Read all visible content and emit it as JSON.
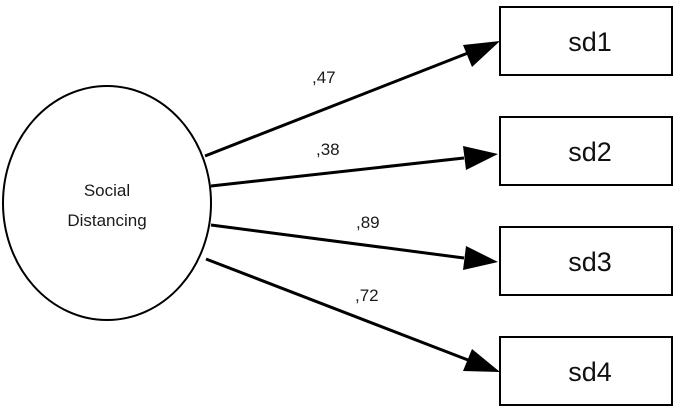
{
  "latent": {
    "label_line1": "Social",
    "label_line2": "Distancing"
  },
  "indicators": [
    {
      "label": "sd1",
      "loading": ",47"
    },
    {
      "label": "sd2",
      "loading": ",38"
    },
    {
      "label": "sd3",
      "loading": ",89"
    },
    {
      "label": "sd4",
      "loading": ",72"
    }
  ]
}
